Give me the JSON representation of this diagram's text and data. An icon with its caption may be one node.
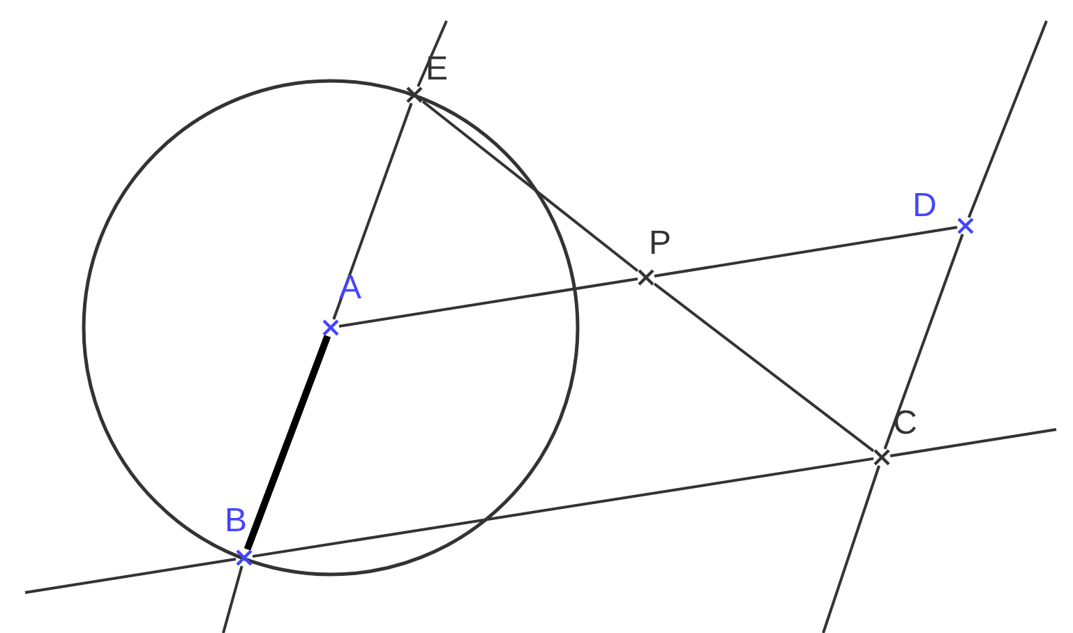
{
  "diagram": {
    "nodes": [
      {
        "text": [
          "E"
        ]
      },
      {
        "text": [
          "D"
        ]
      },
      {
        "text": [
          "P"
        ]
      },
      {
        "text": [
          "A"
        ]
      },
      {
        "text": [
          "C"
        ]
      },
      {
        "text": [
          "B"
        ]
      }
    ],
    "edges": [
      {
        "from": 3,
        "to": 5,
        "arrow": "none",
        "style": "thick",
        "color": "#000000"
      },
      {
        "from": 3,
        "to": 0,
        "arrow": "none"
      },
      {
        "from": 3,
        "to": 2,
        "arrow": "none"
      },
      {
        "from": 2,
        "to": 1,
        "arrow": "none"
      },
      {
        "from": 0,
        "to": 2,
        "arrow": "none"
      },
      {
        "from": 2,
        "to": 4,
        "arrow": "none"
      },
      {
        "from": 5,
        "to": 4,
        "arrow": "none"
      },
      {
        "from": 4,
        "to": 1,
        "arrow": "none"
      },
      {
        "from": 0,
        "to": null,
        "arrow": "none"
      },
      {
        "from": 5,
        "to": null,
        "arrow": "none"
      },
      {
        "from": 5,
        "to": null,
        "arrow": "none"
      },
      {
        "from": 4,
        "to": null,
        "arrow": "none"
      },
      {
        "from": 4,
        "to": null,
        "arrow": "none"
      },
      {
        "from": 1,
        "to": null,
        "arrow": "none"
      }
    ]
  }
}
